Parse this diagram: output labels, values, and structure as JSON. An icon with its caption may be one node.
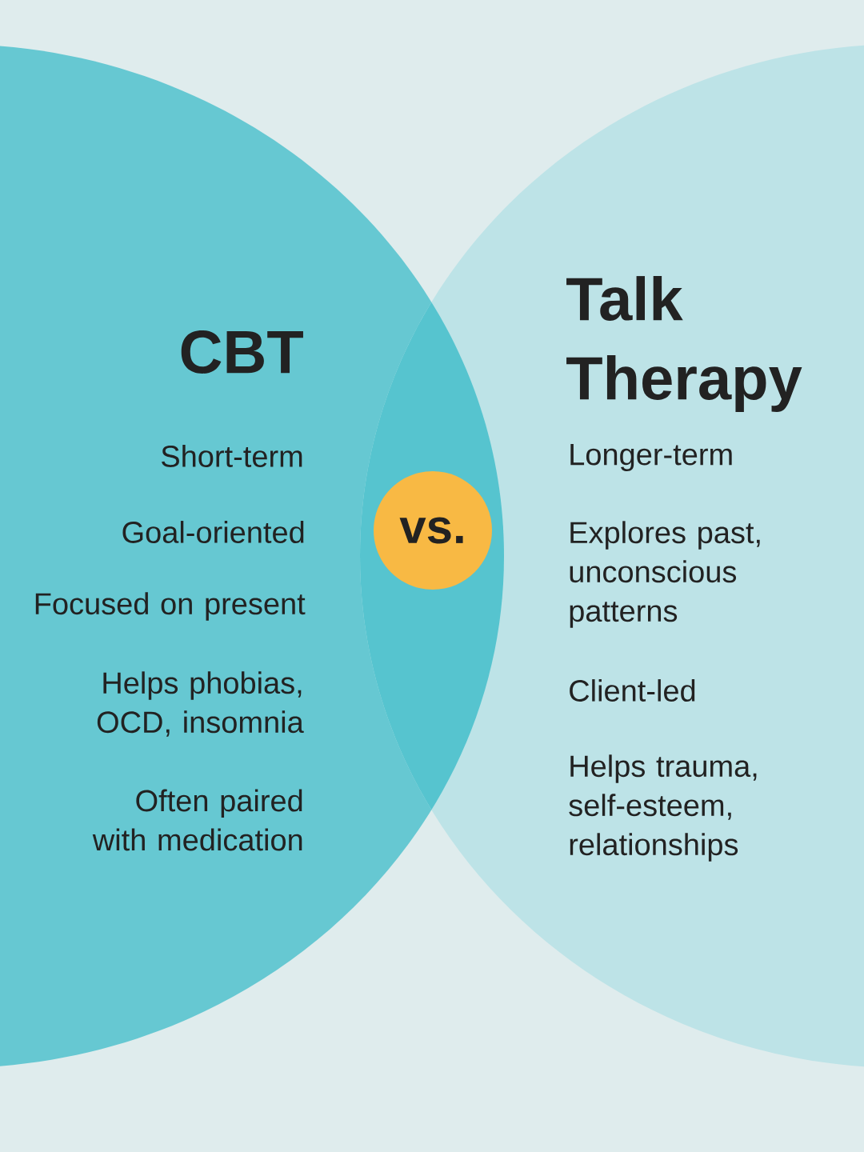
{
  "diagram": {
    "nodes": [
      {
        "text": [
          "CBT",
          "Short-term",
          "Goal-oriented",
          "Focused on present",
          "Helps phobias, OCD, insomnia",
          "Often paired with medication"
        ]
      },
      {
        "text": [
          "Talk Therapy",
          "Longer-term",
          "Explores past, unconscious patterns",
          "Client-led",
          "Helps trauma, self-esteem, relationships"
        ]
      },
      {
        "text": [
          "vs."
        ]
      }
    ]
  }
}
